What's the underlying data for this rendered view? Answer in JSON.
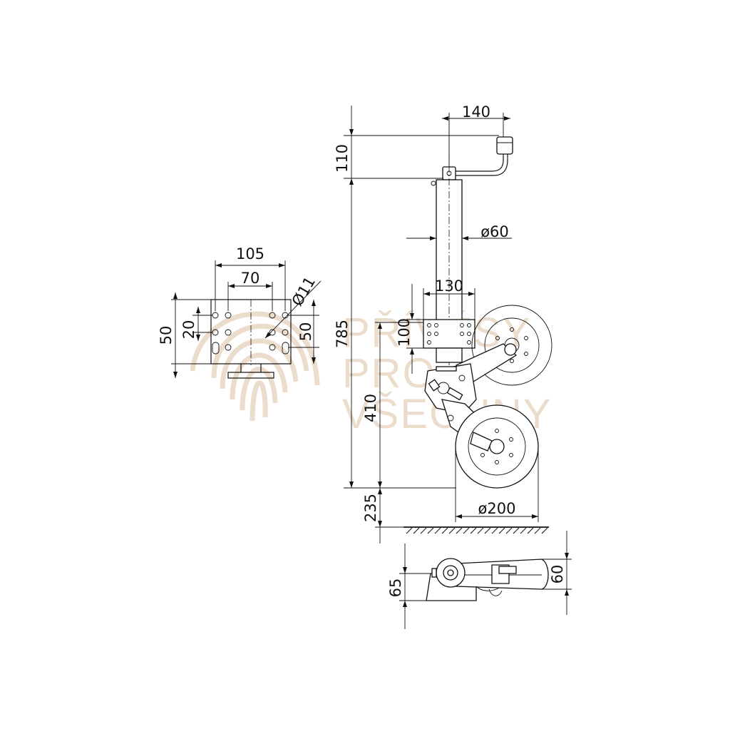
{
  "watermark": {
    "lines": [
      "PŘÍVĚSY",
      "PRO",
      "VŠECHNY"
    ],
    "color": "#ecdccb"
  },
  "dimensions": {
    "plate_width": "105",
    "plate_hole_spacing": "70",
    "hole_diameter": "Ø11",
    "plate_height_left": "50",
    "plate_hole_pitch": "20",
    "plate_height_right": "50",
    "crank_reach": "140",
    "crank_height": "110",
    "tube_diameter": "ø60",
    "clamp_width": "130",
    "clamp_height": "100",
    "total_height": "785",
    "wheel_axle_height": "410",
    "ground_travel": "235",
    "wheel_diameter": "ø200",
    "base_height_left": "65",
    "base_height_right": "60"
  },
  "colors": {
    "line": "#111111",
    "background": "#ffffff"
  }
}
